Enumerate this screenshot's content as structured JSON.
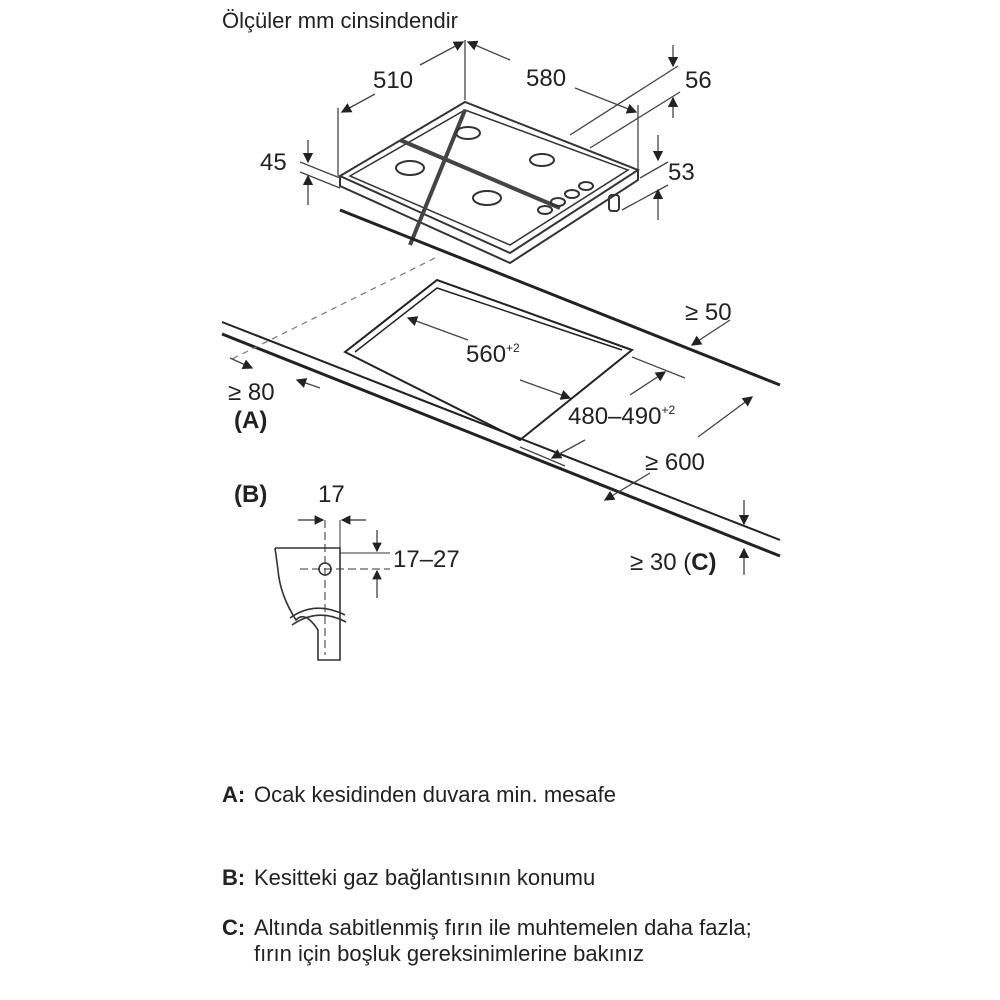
{
  "title": "Ölçüler mm cinsindendir",
  "dimensions": {
    "width": "510",
    "depth": "580",
    "d56": "56",
    "d45": "45",
    "d53": "53",
    "gap_back": "≥ 50",
    "cutout_w": "560",
    "cutout_w_tol": "+2",
    "cutout_d": "480–490",
    "cutout_d_tol": "+2",
    "counter_depth": "≥ 600",
    "wall_min": "≥ 80",
    "label_a": "(A)",
    "label_b": "(B)",
    "b_width": "17",
    "b_height": "17–27",
    "thickness": "≥ 30",
    "label_c": "(C)"
  },
  "legend": [
    {
      "key": "A:",
      "text": "Ocak kesidinden duvara min. mesafe"
    },
    {
      "key": "B:",
      "text": "Kesitteki gaz bağlantısının konumu"
    },
    {
      "key": "C:",
      "text": "Altında sabitlenmiş fırın ile muhtemelen daha fazla; fırın için boşluk gereksinimlerine bakınız"
    }
  ]
}
